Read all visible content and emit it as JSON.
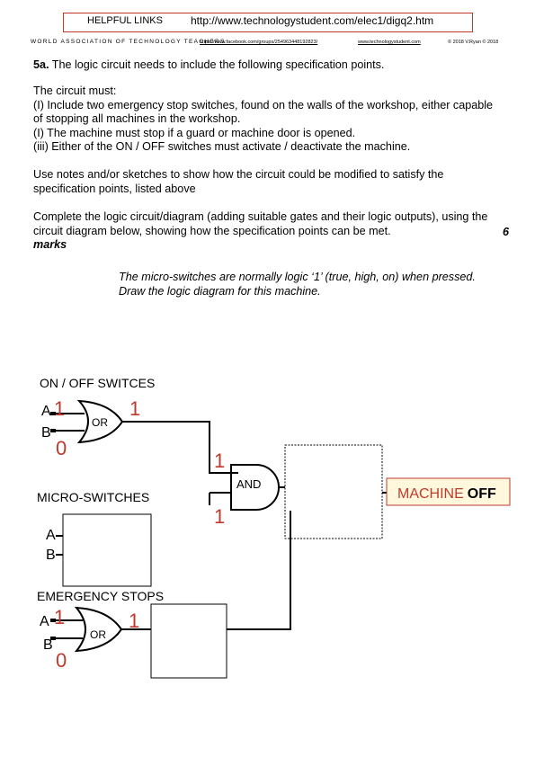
{
  "header": {
    "helpful_links": "HELPFUL LINKS",
    "url": "http://www.technologystudent.com/elec1/digq2.htm",
    "association": "WORLD ASSOCIATION OF TECHNOLOGY TEACHERS",
    "facebook_link": "https://www.facebook.com/groups/254963448192823/",
    "site_link": "www.technologystudent.com",
    "copyright": "© 2018 V.Ryan © 2018"
  },
  "question": {
    "number": "5a.",
    "intro": "The logic circuit needs to include the following specification points.",
    "spec_title": "The circuit must:",
    "spec_items": [
      "(I) Include two emergency stop switches, found on the walls of the workshop, either capable of stopping all machines in the workshop.",
      "(I) The machine must stop if a guard or machine door is opened.",
      "(iii) Either of the ON / OFF switches must activate / deactivate the machine."
    ],
    "notes": "Use notes and/or sketches to show how the circuit could be modified to satisfy the specification points, listed above",
    "complete_text": "Complete the logic circuit/diagram (adding suitable gates and their logic outputs), using the circuit diagram below, showing how the specification points can be met.",
    "marks_word": "marks",
    "marks_value": "6",
    "micro_note": "The micro-switches are normally logic ‘1’ (true, high, on) when pressed. Draw the logic diagram for this machine."
  },
  "diagram": {
    "on_off_label": "ON / OFF SWITCES",
    "micro_label": "MICRO-SWITCHES",
    "emergency_label": "EMERGENCY STOPS",
    "input_a": "A",
    "input_b": "B",
    "on_off_a_value": "1",
    "on_off_b_value": "0",
    "or_label": "OR",
    "or1_output": "1",
    "and_label": "AND",
    "and_in_top": "1",
    "and_in_bottom": "1",
    "emergency_a_value": "1",
    "emergency_b_value": "0",
    "or2_output": "1",
    "machine_word": "MACHINE",
    "machine_state": "OFF",
    "colors": {
      "red": "#c0392b",
      "machine_bg": "#fff8dc"
    }
  }
}
